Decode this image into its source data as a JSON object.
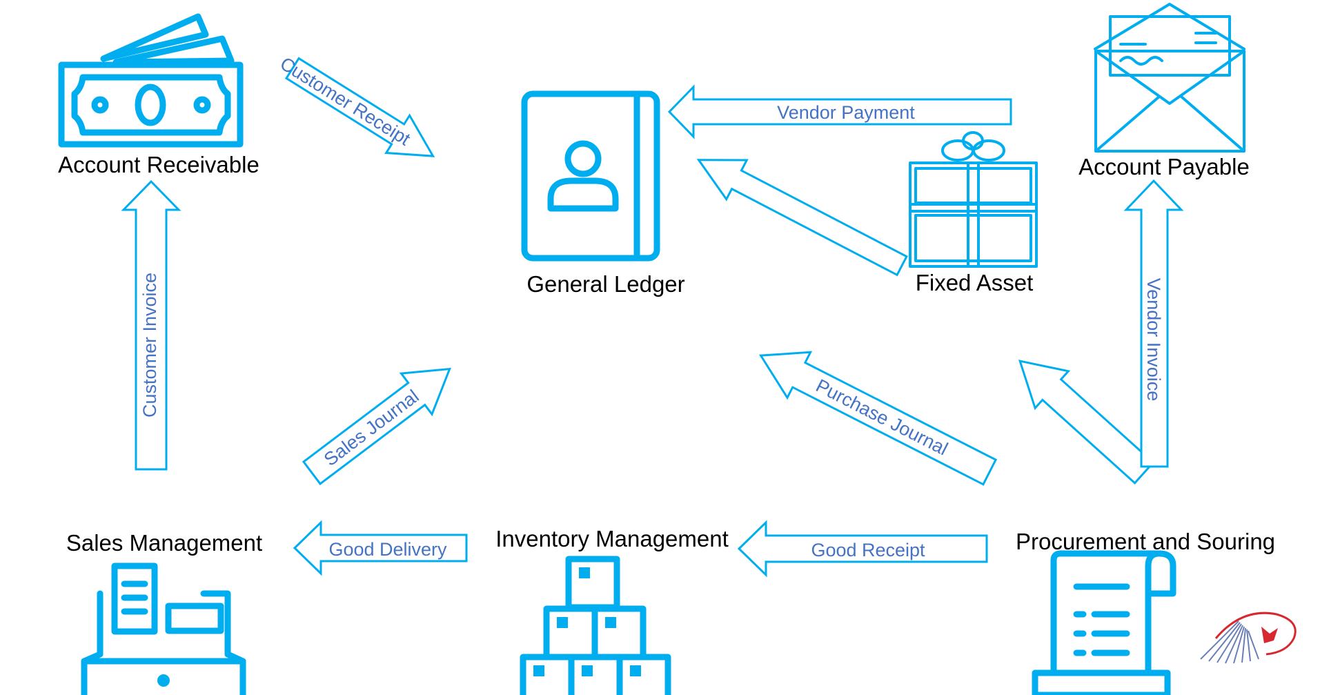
{
  "colors": {
    "accent": "#00aeef",
    "arrow_text": "#4472c4",
    "node_text": "#000000",
    "logo": "#d7282f"
  },
  "nodes": {
    "account_receivable": "Account Receivable",
    "general_ledger": "General Ledger",
    "fixed_asset": "Fixed Asset",
    "account_payable": "Account Payable",
    "sales_management": "Sales Management",
    "inventory_management": "Inventory Management",
    "procurement": "Procurement and Souring"
  },
  "flows": {
    "customer_receipt": "Customer Receipt",
    "vendor_payment": "Vendor Payment",
    "customer_invoice": "Customer Invoice",
    "sales_journal": "Sales Journal",
    "purchase_journal": "Purchase Journal",
    "vendor_invoice": "Vendor Invoice",
    "good_delivery": "Good Delivery",
    "good_receipt": "Good Receipt"
  },
  "icons": {
    "account_receivable": "money-bills-icon",
    "general_ledger": "address-book-icon",
    "fixed_asset": "gift-box-icon",
    "account_payable": "envelope-check-icon",
    "sales_management": "cash-register-icon",
    "inventory_management": "stacked-boxes-icon",
    "procurement": "receipt-scroll-icon"
  }
}
